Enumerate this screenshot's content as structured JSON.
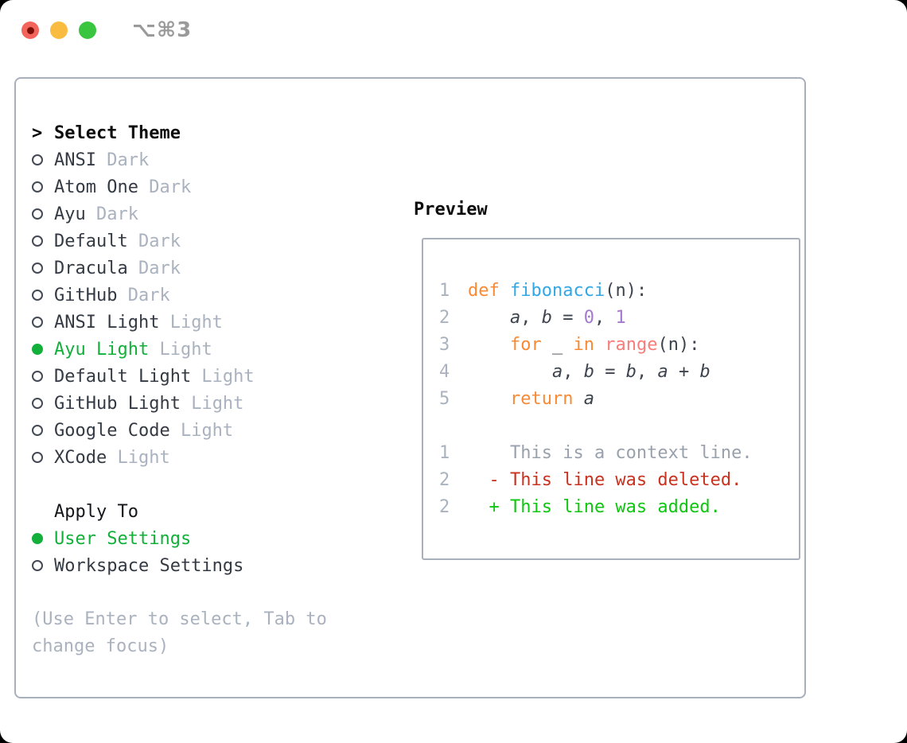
{
  "window": {
    "title": "⌥⌘3"
  },
  "colors": {
    "selected_green": "#12b03a",
    "muted_gray": "#a9b2be",
    "text_dark": "#343a43",
    "panel_border": "#a8b0bc",
    "keyword_orange": "#f98a35",
    "function_blue": "#32a7e6",
    "builtin_coral": "#f87d7a",
    "number_purple": "#a37acc",
    "deleted_red": "#c8321f",
    "added_green": "#0fc610",
    "traffic_red": "#f3645c",
    "traffic_yellow": "#f9bc41",
    "traffic_green": "#39c53f"
  },
  "theme_panel": {
    "header": {
      "prompt": ">",
      "label": "Select Theme"
    },
    "themes": [
      {
        "name": "ANSI",
        "variant": "Dark",
        "selected": false
      },
      {
        "name": "Atom One",
        "variant": "Dark",
        "selected": false
      },
      {
        "name": "Ayu",
        "variant": "Dark",
        "selected": false
      },
      {
        "name": "Default",
        "variant": "Dark",
        "selected": false
      },
      {
        "name": "Dracula",
        "variant": "Dark",
        "selected": false
      },
      {
        "name": "GitHub",
        "variant": "Dark",
        "selected": false
      },
      {
        "name": "ANSI Light",
        "variant": "Light",
        "selected": false
      },
      {
        "name": "Ayu Light",
        "variant": "Light",
        "selected": true
      },
      {
        "name": "Default Light",
        "variant": "Light",
        "selected": false
      },
      {
        "name": "GitHub Light",
        "variant": "Light",
        "selected": false
      },
      {
        "name": "Google Code",
        "variant": "Light",
        "selected": false
      },
      {
        "name": "XCode",
        "variant": "Light",
        "selected": false
      }
    ],
    "apply_to": {
      "label": "Apply To",
      "options": [
        {
          "name": "User Settings",
          "selected": true
        },
        {
          "name": "Workspace Settings",
          "selected": false
        }
      ]
    },
    "hint": "(Use Enter to select, Tab to change focus)"
  },
  "preview": {
    "header": "Preview",
    "code_lines": [
      {
        "no": "1",
        "tokens": [
          {
            "text": "def ",
            "style": "keyword"
          },
          {
            "text": "fibonacci",
            "style": "function"
          },
          {
            "text": "(n):",
            "style": "default"
          }
        ]
      },
      {
        "no": "2",
        "tokens": [
          {
            "text": "    ",
            "style": "default"
          },
          {
            "text": "a",
            "style": "variable"
          },
          {
            "text": ", ",
            "style": "default"
          },
          {
            "text": "b",
            "style": "variable"
          },
          {
            "text": " = ",
            "style": "default"
          },
          {
            "text": "0",
            "style": "number"
          },
          {
            "text": ", ",
            "style": "default"
          },
          {
            "text": "1",
            "style": "number"
          }
        ]
      },
      {
        "no": "3",
        "tokens": [
          {
            "text": "    ",
            "style": "default"
          },
          {
            "text": "for",
            "style": "keyword"
          },
          {
            "text": " _ ",
            "style": "default"
          },
          {
            "text": "in",
            "style": "keyword"
          },
          {
            "text": " ",
            "style": "default"
          },
          {
            "text": "range",
            "style": "builtin"
          },
          {
            "text": "(n):",
            "style": "default"
          }
        ]
      },
      {
        "no": "4",
        "tokens": [
          {
            "text": "        ",
            "style": "default"
          },
          {
            "text": "a",
            "style": "variable"
          },
          {
            "text": ", ",
            "style": "default"
          },
          {
            "text": "b",
            "style": "variable"
          },
          {
            "text": " = ",
            "style": "default"
          },
          {
            "text": "b",
            "style": "variable"
          },
          {
            "text": ", ",
            "style": "default"
          },
          {
            "text": "a",
            "style": "variable"
          },
          {
            "text": " + ",
            "style": "default"
          },
          {
            "text": "b",
            "style": "variable"
          }
        ]
      },
      {
        "no": "5",
        "tokens": [
          {
            "text": "    ",
            "style": "default"
          },
          {
            "text": "return",
            "style": "keyword"
          },
          {
            "text": " ",
            "style": "default"
          },
          {
            "text": "a",
            "style": "variable"
          }
        ]
      },
      {
        "no": "",
        "tokens": []
      },
      {
        "no": "1",
        "tokens": [
          {
            "text": "    This is a context line.",
            "style": "context"
          }
        ]
      },
      {
        "no": "2",
        "tokens": [
          {
            "text": "  - This line was deleted.",
            "style": "deleted"
          }
        ]
      },
      {
        "no": "2",
        "tokens": [
          {
            "text": "  + This line was added.",
            "style": "added"
          }
        ]
      }
    ]
  }
}
